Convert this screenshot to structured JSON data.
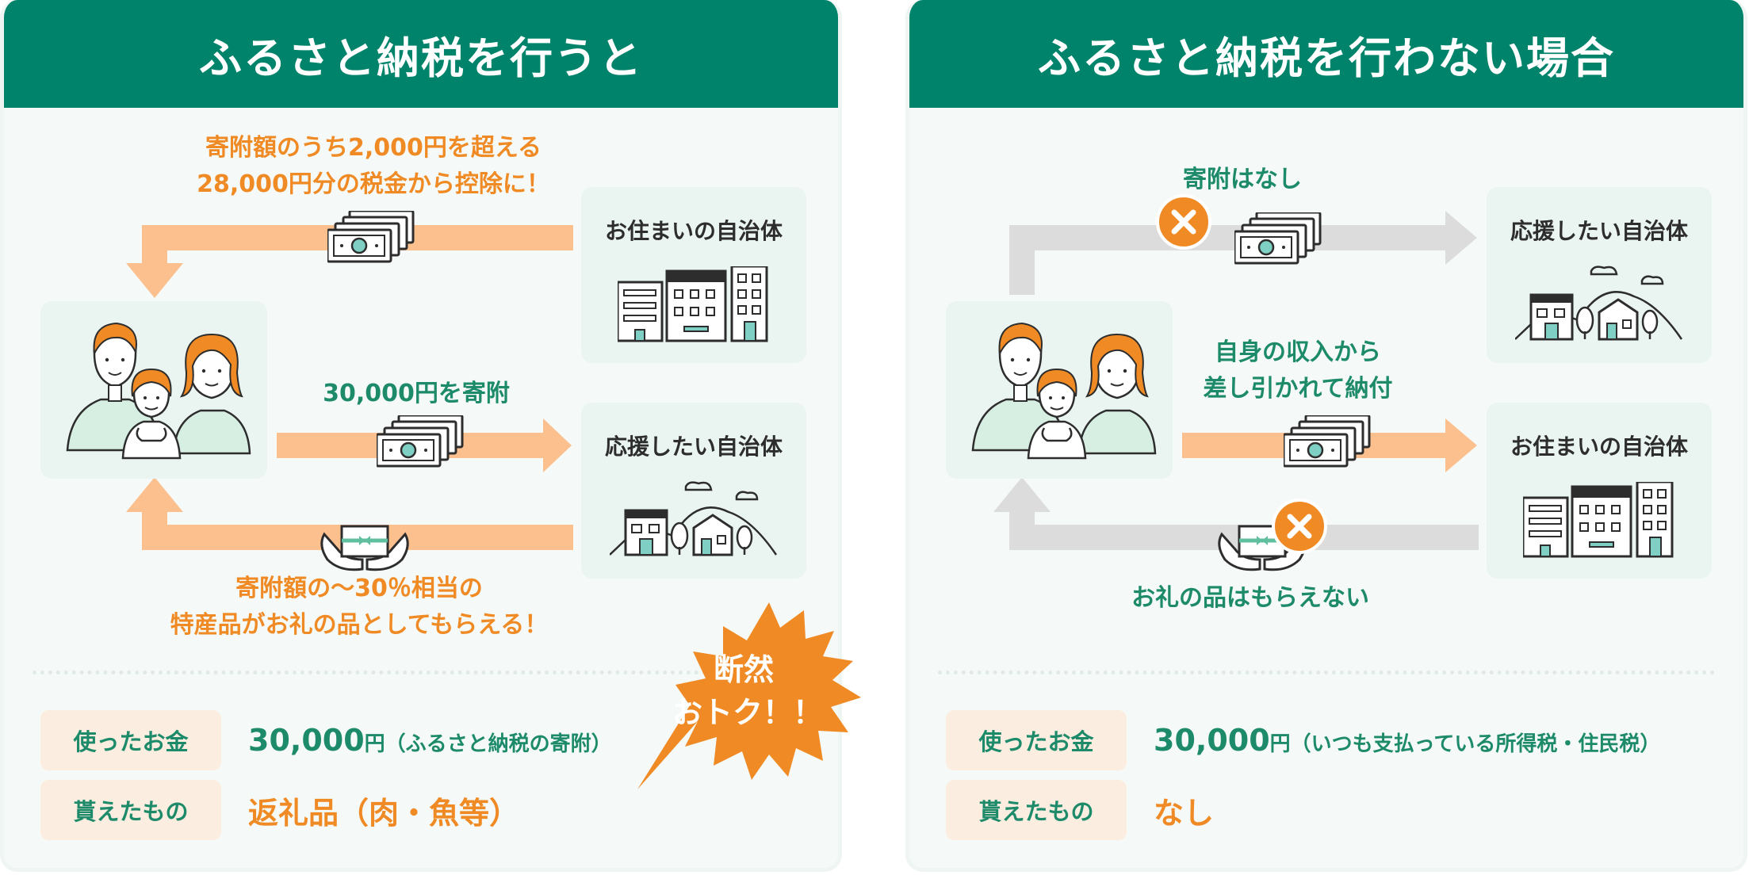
{
  "left": {
    "title": "ふるさと納税を行うと",
    "card_home": "お住まいの自治体",
    "card_support": "応援したい自治体",
    "deduction_line1": "寄附額のうち2,000円を超える",
    "deduction_line2": "28,000円分の税金から控除に！",
    "donation": "30,000円を寄附",
    "gift_line1": "寄附額の～30％相当の",
    "gift_line2": "特産品がお礼の品としてもらえる！",
    "burst_line1": "断然",
    "burst_line2": "おトク！！",
    "spent_key": "使ったお金",
    "spent_value": "30,000",
    "spent_unit": "円（ふるさと納税の寄附）",
    "got_key": "貰えたもの",
    "got_value": "返礼品（肉・魚等）"
  },
  "right": {
    "title": "ふるさと納税を行わない場合",
    "card_support": "応援したい自治体",
    "card_home": "お住まいの自治体",
    "no_donation": "寄附はなし",
    "income_line1": "自身の収入から",
    "income_line2": "差し引かれて納付",
    "no_gift": "お礼の品はもらえない",
    "spent_key": "使ったお金",
    "spent_value": "30,000",
    "spent_unit": "円（いつも支払っている所得税・住民税）",
    "got_key": "貰えたもの",
    "got_value": "なし"
  },
  "colors": {
    "header_green": "#00836b",
    "accent_orange": "#f08a24",
    "arrow_orange": "#fcc08e",
    "arrow_gray": "#dcdcdc",
    "text_green": "#1d8a6a"
  }
}
